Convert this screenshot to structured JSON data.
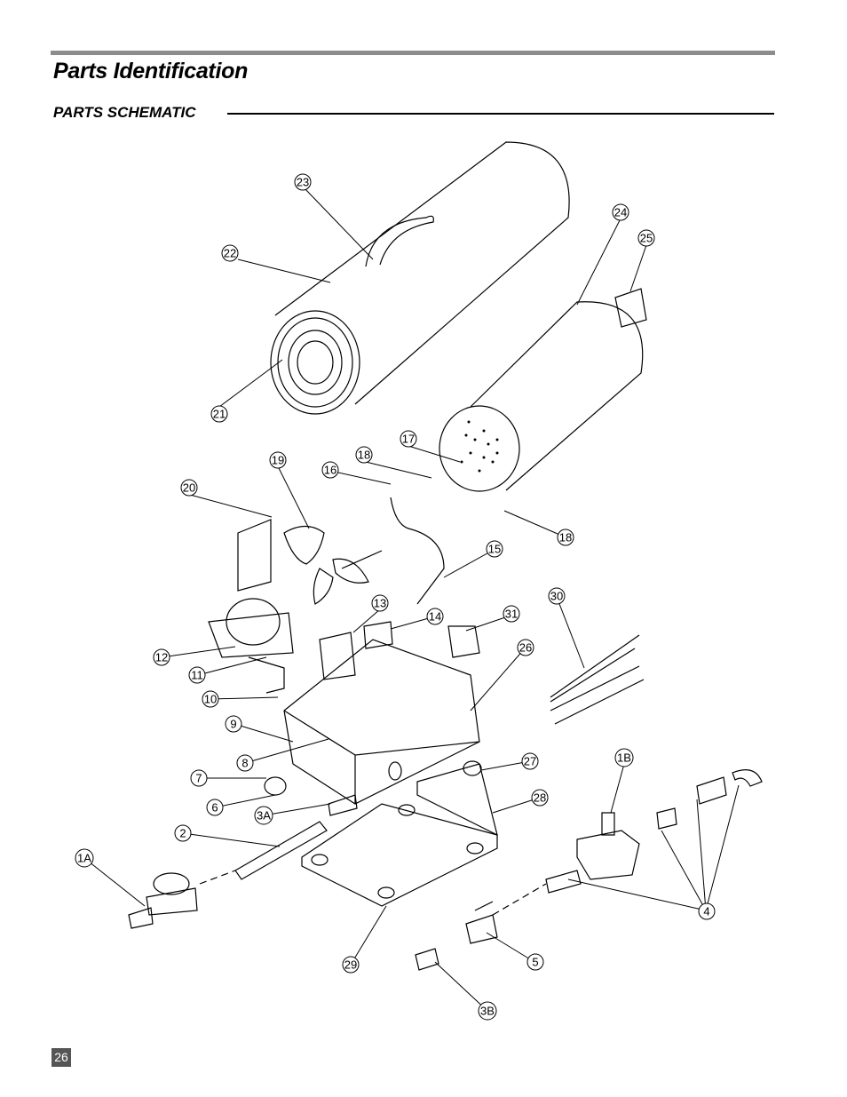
{
  "page": {
    "title": "Parts Identification",
    "section_heading": "PARTS SCHEMATIC",
    "page_number": "26"
  },
  "callouts": [
    "23",
    "22",
    "24",
    "25",
    "21",
    "17",
    "18",
    "16",
    "19",
    "20",
    "18",
    "15",
    "13",
    "14",
    "31",
    "30",
    "26",
    "12",
    "11",
    "10",
    "9",
    "8",
    "7",
    "6",
    "3A",
    "27",
    "28",
    "1B",
    "2",
    "1A",
    "4",
    "29",
    "5",
    "3B"
  ]
}
